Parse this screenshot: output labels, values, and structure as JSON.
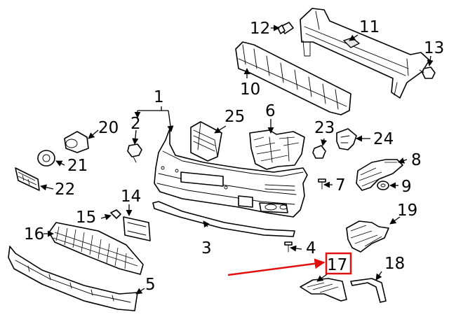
{
  "diagram": {
    "callouts": [
      {
        "id": "c1",
        "label": "1"
      },
      {
        "id": "c2",
        "label": "2"
      },
      {
        "id": "c3",
        "label": "3"
      },
      {
        "id": "c4",
        "label": "4"
      },
      {
        "id": "c5",
        "label": "5"
      },
      {
        "id": "c6",
        "label": "6"
      },
      {
        "id": "c7",
        "label": "7"
      },
      {
        "id": "c8",
        "label": "8"
      },
      {
        "id": "c9",
        "label": "9"
      },
      {
        "id": "c10",
        "label": "10"
      },
      {
        "id": "c11",
        "label": "11"
      },
      {
        "id": "c12",
        "label": "12"
      },
      {
        "id": "c13",
        "label": "13"
      },
      {
        "id": "c14",
        "label": "14"
      },
      {
        "id": "c15",
        "label": "15"
      },
      {
        "id": "c16",
        "label": "16"
      },
      {
        "id": "c17",
        "label": "17"
      },
      {
        "id": "c18",
        "label": "18"
      },
      {
        "id": "c19",
        "label": "19"
      },
      {
        "id": "c20",
        "label": "20"
      },
      {
        "id": "c21",
        "label": "21"
      },
      {
        "id": "c22",
        "label": "22"
      },
      {
        "id": "c23",
        "label": "23"
      },
      {
        "id": "c24",
        "label": "24"
      },
      {
        "id": "c25",
        "label": "25"
      }
    ],
    "highlighted_part": "17",
    "colors": {
      "line": "#000000",
      "highlight": "#e01010",
      "background": "#ffffff"
    }
  }
}
